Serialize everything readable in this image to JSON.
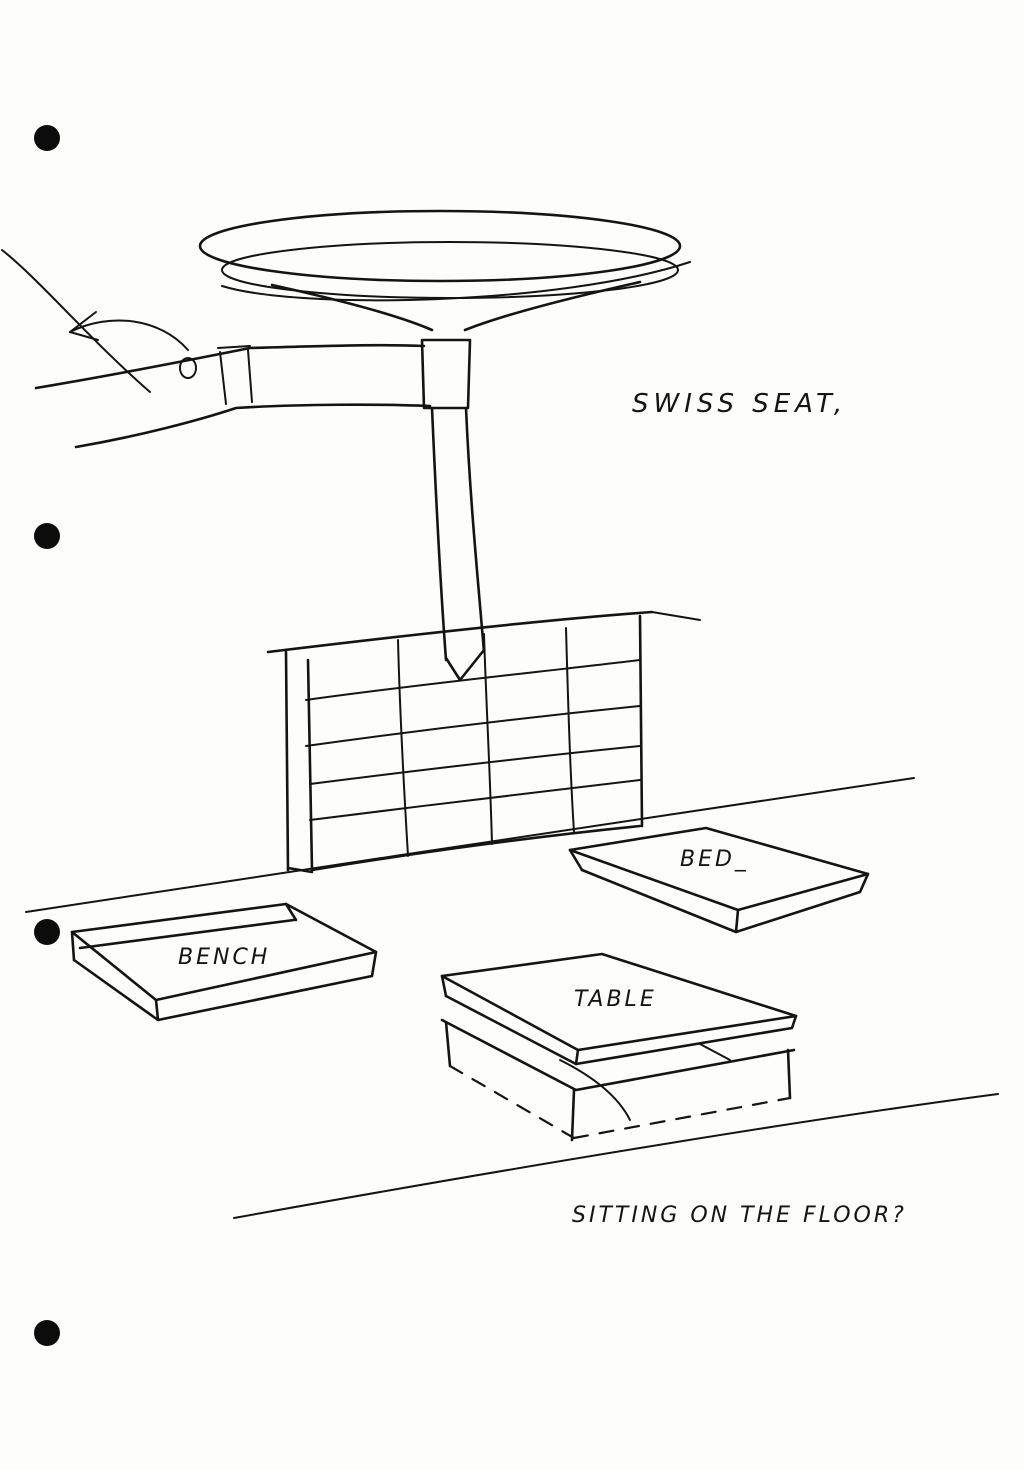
{
  "labels": {
    "swiss_seat": "SWISS SEAT,",
    "bed": "BED_",
    "bench": "BENCH",
    "table": "TABLE",
    "floor_question": "SITTING ON THE FLOOR?"
  },
  "ink_color": "#141414",
  "paper_color": "#fdfdfc"
}
